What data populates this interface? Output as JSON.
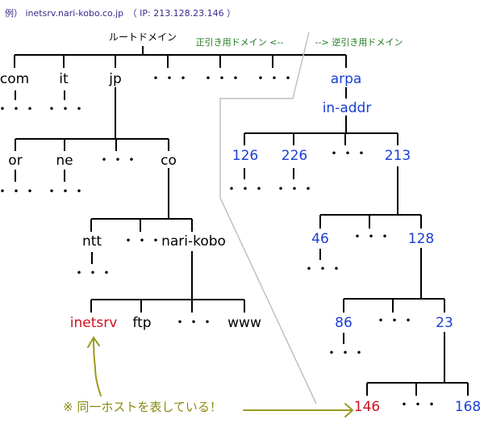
{
  "title": "例） inetsrv.nari-kobo.co.jp　（ IP: 213.128.23.146 ）",
  "root_label": "ルートドメイン",
  "forward_label": "正引き用ドメイン <--",
  "reverse_label": "--> 逆引き用ドメイン",
  "ellipsis": "・・・",
  "forward_tree": {
    "tld": [
      "com",
      "it",
      "jp",
      "・・・",
      "・・・",
      "・・・"
    ],
    "jp_children": [
      "or",
      "ne",
      "・・・",
      "co"
    ],
    "co_children": [
      "ntt",
      "・・・",
      "nari-kobo"
    ],
    "nari_kobo_children": [
      "inetsrv",
      "ftp",
      "・・・",
      "www"
    ]
  },
  "reverse_tree": {
    "arpa": "arpa",
    "in_addr": "in-addr",
    "level1": [
      "126",
      "226",
      "・・・",
      "213"
    ],
    "level2": [
      "46",
      "・・・",
      "128"
    ],
    "level3": [
      "86",
      "・・・",
      "23"
    ],
    "level4": [
      "146",
      "・・・",
      "168"
    ]
  },
  "note": "※ 同一ホストを表している！",
  "colors": {
    "reverse": "#1a3fd4",
    "highlight": "#cc1122",
    "note": "#8a8a10",
    "label": "#1e7a1e"
  }
}
